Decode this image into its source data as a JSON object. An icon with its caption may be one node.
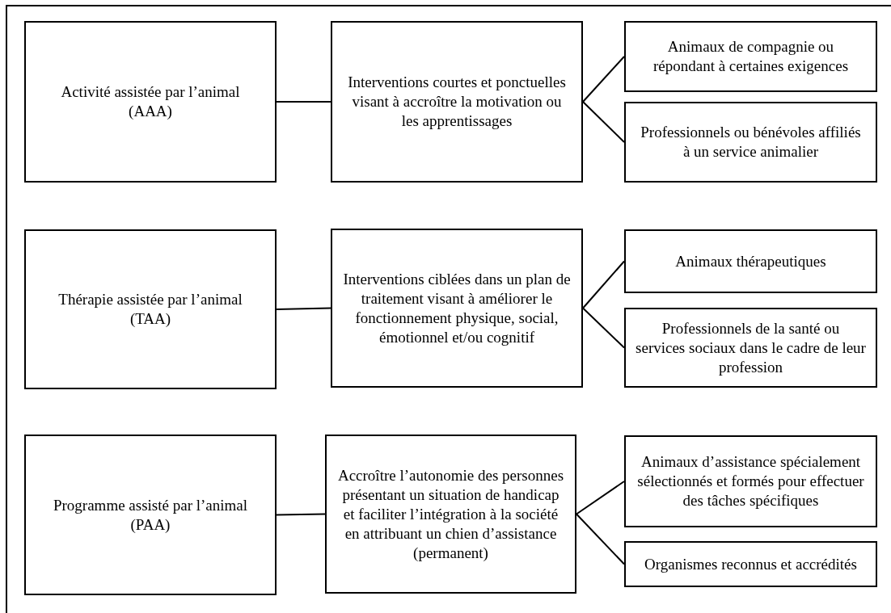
{
  "diagram": {
    "nodes": [
      {
        "text": [
          "Activité assistée par l’animal",
          "(AAA)"
        ]
      },
      {
        "text": [
          "Interventions courtes et ponctuelles visant à accroître la motivation ou les apprentissages"
        ]
      },
      {
        "text": [
          "Animaux de compagnie ou répondant à certaines exigences"
        ]
      },
      {
        "text": [
          "Professionnels ou bénévoles affiliés à un service animalier"
        ]
      },
      {
        "text": [
          "Thérapie assistée par l’animal",
          "(TAA)"
        ]
      },
      {
        "text": [
          "Interventions ciblées dans un plan de traitement visant à améliorer le fonctionnement physique, social, émotionnel et/ou cognitif"
        ]
      },
      {
        "text": [
          "Animaux thérapeutiques"
        ]
      },
      {
        "text": [
          "Professionnels de la santé ou services sociaux dans le cadre de leur profession"
        ]
      },
      {
        "text": [
          "Programme assisté par l’animal",
          "(PAA)"
        ]
      },
      {
        "text": [
          "Accroître l’autonomie des personnes présentant un situation de handicap et faciliter l’intégration à la société en attribuant un chien d’assistance (permanent)"
        ]
      },
      {
        "text": [
          "Animaux d’assistance spécialement sélectionnés et formés pour effectuer des tâches spécifiques"
        ]
      },
      {
        "text": [
          "Organismes reconnus et accrédités"
        ]
      }
    ],
    "edges": [
      {
        "from": 0,
        "to": 1,
        "arrow": "none"
      },
      {
        "from": 1,
        "to": 2,
        "arrow": "none"
      },
      {
        "from": 1,
        "to": 3,
        "arrow": "none"
      },
      {
        "from": 4,
        "to": 5,
        "arrow": "none"
      },
      {
        "from": 5,
        "to": 6,
        "arrow": "none"
      },
      {
        "from": 5,
        "to": 7,
        "arrow": "none"
      },
      {
        "from": 8,
        "to": 9,
        "arrow": "none"
      },
      {
        "from": 9,
        "to": 10,
        "arrow": "none"
      },
      {
        "from": 9,
        "to": 11,
        "arrow": "none"
      }
    ]
  }
}
